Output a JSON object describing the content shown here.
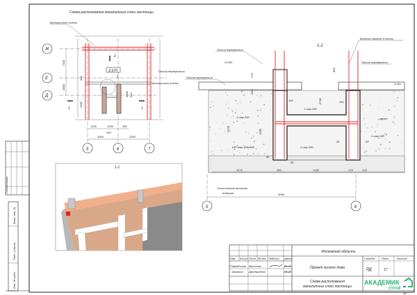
{
  "plan": {
    "title": "Схема расположения монолитных стен лестницы",
    "label_walls_top": "Монолитные стены",
    "label_walls_right": "Монолитные стены",
    "label_slab": "Плита перекрытия",
    "axes_rows": [
      "Ж",
      "Е",
      "Д"
    ],
    "axes_cols": [
      "5",
      "6",
      "7"
    ],
    "level": "-2,670",
    "node": "1",
    "cut_marks": [
      "1",
      "1",
      "2"
    ],
    "dims": [
      "7100",
      "1800",
      "300",
      "2250",
      "1800",
      "910",
      "1325",
      "1200",
      "300",
      "100",
      "3000",
      "3300"
    ]
  },
  "section": {
    "title": "1-1",
    "label_slab_left": "Плита перекрытия",
    "label_slab_left2": "Плита перекрытия",
    "label_slab_right": "Плита перекрытия",
    "label_rebar_out": "Выпуски заглубь в плиту",
    "label_cushion_1": "Уплотненная песчаная",
    "label_cushion_2": "подушка",
    "label_ground": "грунт",
    "level_left": "+0,030",
    "level_right": "-0,420",
    "notes": [
      "1 шаг 200",
      "1 шаг 200",
      "1 шаг 200",
      "1 шаг 200",
      "ШП шаг 400x400"
    ],
    "dims": [
      "270",
      "100",
      "1370",
      "1200",
      "2730",
      "800",
      "150",
      "150",
      "55",
      "55",
      "55",
      "55",
      "1175",
      "300",
      "1200",
      "175",
      "125",
      "3000"
    ],
    "axes_cols": [
      "5",
      "6"
    ]
  },
  "render3d": {
    "title": "1-1"
  },
  "stamp": {
    "labels": [
      "Согласовано",
      "Взам. инв. №",
      "Подп. и дата",
      "Инв. № подл."
    ]
  },
  "title_block": {
    "headers": [
      "Изм",
      "Кол.уч",
      "Лист",
      "№ док",
      "Подпись",
      "Дата"
    ],
    "roles": [
      "Разработал",
      "Заказчик"
    ],
    "names": [
      "Мусоенко",
      "Дмитриенко"
    ],
    "dates": [
      "09.22",
      "09.22"
    ],
    "location": "Московская область",
    "project": "Проект жилого дома",
    "sheet_title_1": "Схема расположения",
    "sheet_title_2": "монолитных стен лестницы",
    "stage_header": "Стадия",
    "sheet_header": "Лист",
    "sheets_header": "Листов",
    "stage": "РД",
    "sheet": "17",
    "sheets": "",
    "logo_1": "АКАДЕМИК",
    "logo_2": "СТРОЙ",
    "format": "А3",
    "logo_color": "#2bb673"
  }
}
